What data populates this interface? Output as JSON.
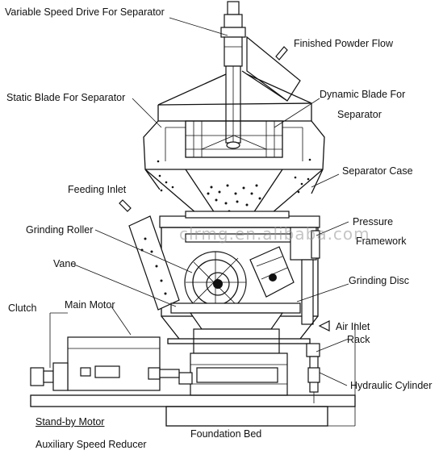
{
  "labels": {
    "variable_speed_drive": "Variable Speed Drive For Separator",
    "finished_powder_flow": "Finished Powder Flow",
    "static_blade": "Static Blade For Separator",
    "dynamic_blade_1": "Dynamic Blade For",
    "dynamic_blade_2": "Separator",
    "separator_case": "Separator Case",
    "feeding_inlet": "Feeding Inlet",
    "pressure_1": "Pressure",
    "pressure_2": "Framework",
    "grinding_roller": "Grinding Roller",
    "vane": "Vane",
    "grinding_disc": "Grinding Disc",
    "clutch": "Clutch",
    "main_motor": "Main Motor",
    "air_inlet": "Air Inlet",
    "rack": "Rack",
    "hydraulic_cylinder": "Hydraulic Cylinder",
    "standby_motor": "Stand-by Motor",
    "auxiliary_speed_reducer": "Auxiliary Speed Reducer",
    "foundation_bed": "Foundation Bed"
  },
  "watermark": "clrmg.en.alibaba.com"
}
